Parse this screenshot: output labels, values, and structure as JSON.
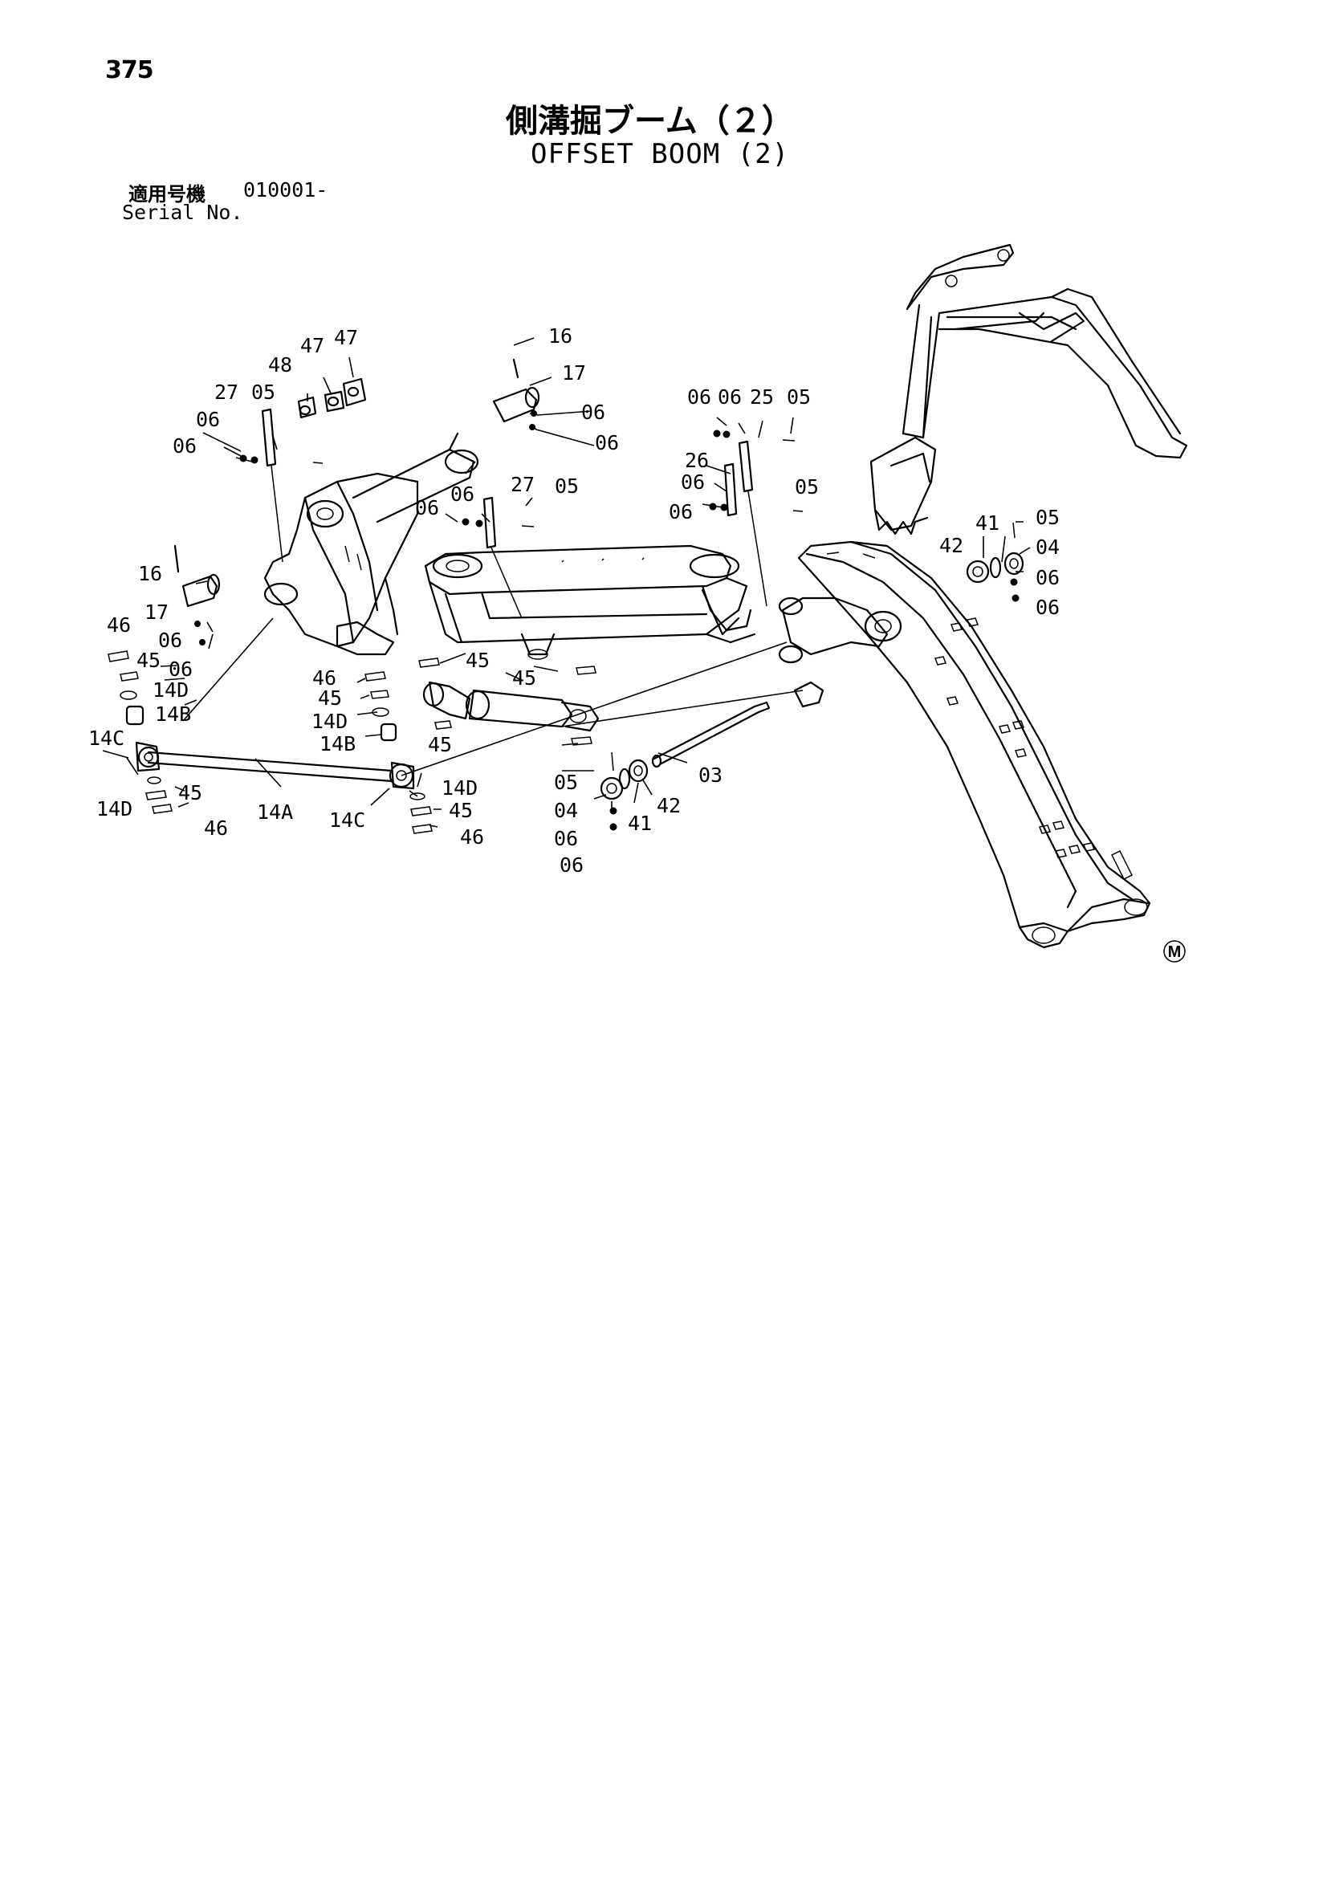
{
  "page": {
    "number": "375",
    "title_jp": "側溝掘ブーム（２）",
    "title_en": "OFFSET BOOM (2)",
    "serial_label_jp": "適用号機",
    "serial_value": "010001-",
    "serial_label_en": "Serial No."
  },
  "diagram": {
    "callouts": [
      "16",
      "17",
      "06",
      "06",
      "47",
      "47",
      "48",
      "27",
      "05",
      "06",
      "06",
      "16",
      "17",
      "06",
      "06",
      "46",
      "45",
      "14D",
      "14B",
      "14C",
      "14D",
      "45",
      "46",
      "14A",
      "06",
      "27",
      "05",
      "06",
      "46",
      "45",
      "14D",
      "14B",
      "45",
      "45",
      "45",
      "14C",
      "14D",
      "45",
      "46",
      "06",
      "06",
      "25",
      "05",
      "26",
      "06",
      "06",
      "05",
      "05",
      "04",
      "06",
      "06",
      "03",
      "41",
      "42",
      "41",
      "05",
      "42",
      "04",
      "06",
      "06"
    ],
    "marking": "M"
  }
}
